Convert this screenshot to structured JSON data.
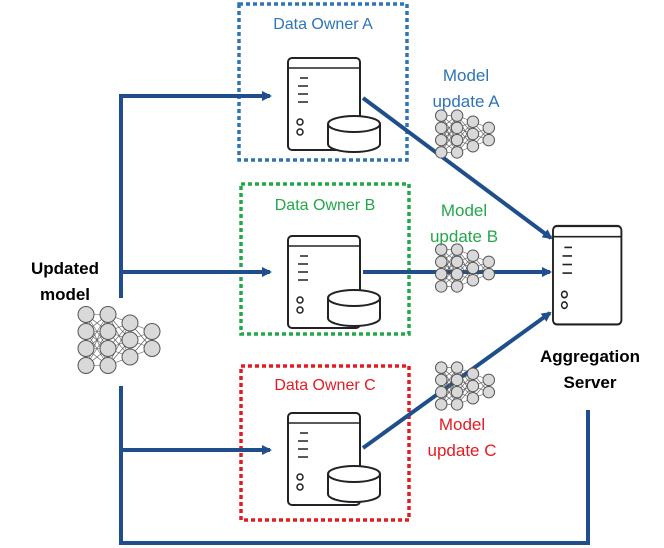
{
  "colors": {
    "arrow": "#1f4e8c",
    "owner_a": "#2e75b6",
    "owner_b": "#22a84a",
    "owner_c": "#e31b23",
    "server_outline": "#222222",
    "node_fill": "#d9d9d9"
  },
  "owners": [
    {
      "label": "Data Owner A",
      "update_line1": "Model",
      "update_line2": "update A"
    },
    {
      "label": "Data Owner B",
      "update_line1": "Model",
      "update_line2": "update B"
    },
    {
      "label": "Data Owner C",
      "update_line1": "Model",
      "update_line2": "update C"
    }
  ],
  "updated_model": {
    "line1": "Updated",
    "line2": "model"
  },
  "aggregation_server": {
    "line1": "Aggregation",
    "line2": "Server"
  },
  "icons": [
    "server-icon",
    "database-icon",
    "neural-network-icon"
  ]
}
